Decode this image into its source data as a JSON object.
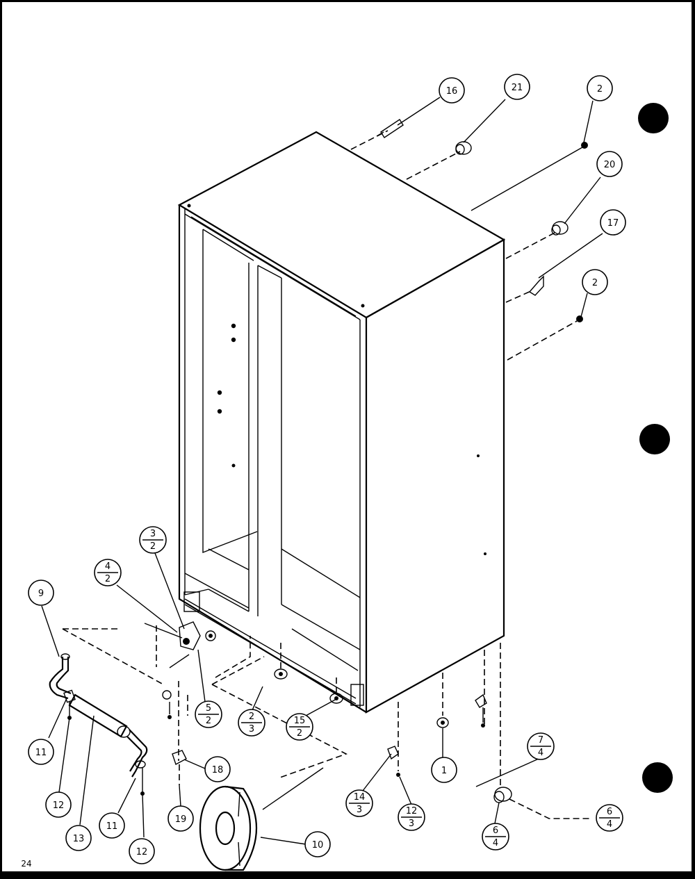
{
  "page_number": "24",
  "callouts": {
    "c16": "16",
    "c21": "21",
    "c2a": "2",
    "c20": "20",
    "c17": "17",
    "c2b": "2",
    "c9": "9",
    "c11a": "11",
    "c12a": "12",
    "c13": "13",
    "c11b": "11",
    "c12b": "12",
    "c18": "18",
    "c19": "19",
    "c10": "10",
    "c1": "1",
    "f42": {
      "top": "4",
      "bottom": "2"
    },
    "f32": {
      "top": "3",
      "bottom": "2"
    },
    "f52": {
      "top": "5",
      "bottom": "2"
    },
    "f23": {
      "top": "2",
      "bottom": "3"
    },
    "f152": {
      "top": "15",
      "bottom": "2"
    },
    "f143": {
      "top": "14",
      "bottom": "3"
    },
    "f123": {
      "top": "12",
      "bottom": "3"
    },
    "f74": {
      "top": "7",
      "bottom": "4"
    },
    "f64a": {
      "top": "6",
      "bottom": "4"
    },
    "f64b": {
      "top": "6",
      "bottom": "4"
    }
  }
}
